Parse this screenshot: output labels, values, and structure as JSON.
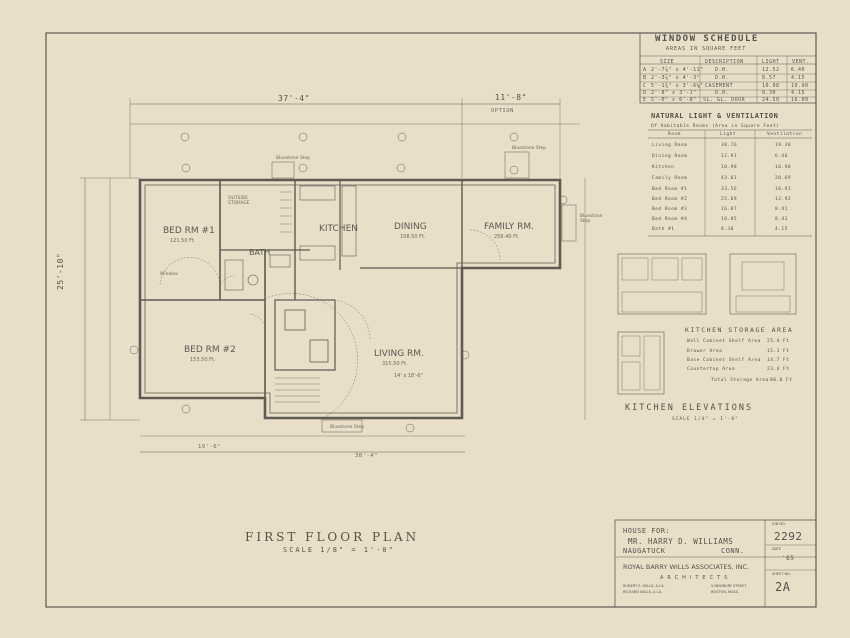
{
  "window_schedule": {
    "title": "WINDOW SCHEDULE",
    "subtitle": "AREAS IN SQUARE FEET",
    "headers": [
      "SIZE",
      "DESCRIPTION",
      "LIGHT",
      "VENT."
    ],
    "rows": [
      {
        "mark": "A",
        "size": "2'-7⅞\" x 4'-11\"",
        "desc": "D.H.",
        "light": "12.52",
        "vent": "6.40"
      },
      {
        "mark": "B",
        "size": "2'-3⅞\" x 4'-3\"",
        "desc": "D.H.",
        "light": "8.57",
        "vent": "4.15"
      },
      {
        "mark": "C",
        "size": "5'-1⅜\" x 3'-6⅛\"",
        "desc": "CASEMENT",
        "light": "10.98",
        "vent": "10.90"
      },
      {
        "mark": "D",
        "size": "2'-8\" x 3'-1\"",
        "desc": "D.H.",
        "light": "8.30",
        "vent": "4.15"
      },
      {
        "mark": "E",
        "size": "5'-0\" x 6'-8\"",
        "desc": "SL. GL. DOOR",
        "light": "24.50",
        "vent": "16.00"
      }
    ]
  },
  "natural_light": {
    "title": "NATURAL LIGHT & VENTILATION",
    "subtitle": "Of Habitable Rooms (Area in Square Feet)",
    "headers": [
      "Room",
      "Light",
      "Ventilation"
    ],
    "rows": [
      {
        "room": "Living Room",
        "light": "38.76",
        "vent": "19.38"
      },
      {
        "room": "Dining Room",
        "light": "12.91",
        "vent": "6.46"
      },
      {
        "room": "Kitchen",
        "light": "10.98",
        "vent": "10.90"
      },
      {
        "room": "Family Room",
        "light": "43.01",
        "vent": "20.69"
      },
      {
        "room": "Bed Room #1",
        "light": "33.56",
        "vent": "16.91"
      },
      {
        "room": "Bed Room #2",
        "light": "25.69",
        "vent": "12.92"
      },
      {
        "room": "Bed Room #3",
        "light": "16.87",
        "vent": "8.41"
      },
      {
        "room": "Bed Room #4",
        "light": "16.85",
        "vent": "8.41"
      },
      {
        "room": "Bath #1",
        "light": "8.30",
        "vent": "4.15"
      }
    ]
  },
  "plan": {
    "title": "FIRST FLOOR PLAN",
    "scale": "SCALE 1/8\" = 1'-0\"",
    "overall_width": "37'-4\"",
    "option_width": "11'-8\"",
    "option_label": "OPTION",
    "overall_depth": "25'-10\"",
    "bottom_dim": "38'-4\"",
    "bottom_sub": "19'-6\"",
    "rooms": {
      "bed1": "BED RM #1",
      "bed1_area": "121.50 Ft.",
      "bed2": "BED RM #2",
      "bed2_area": "153.50 Ft.",
      "kitchen": "KITCHEN",
      "dining": "DINING",
      "dining_area": "108.50 Ft.",
      "family": "FAMILY RM.",
      "family_area": "256.40 Ft.",
      "living": "LIVING RM.",
      "living_area": "315.50 Ft.",
      "living_size": "14' x 18'-6\"",
      "bath": "BATH",
      "outside_storage": "OUTSIDE STORAGE",
      "window_note": "Window",
      "bluestone_top": "Bluestone Step",
      "bluestone_right": "Bluestone Step",
      "bluestone_bottom": "Bluestone Step",
      "bluestone_kitchen": "Bluestone Step"
    }
  },
  "kitchen_storage": {
    "title": "KITCHEN STORAGE AREA",
    "rows": [
      {
        "label": "Wall Cabinet Shelf Area",
        "value": "25.4 Ft"
      },
      {
        "label": "Drawer Area",
        "value": "15.1 Ft"
      },
      {
        "label": "Base Cabinet Shelf Area",
        "value": "14.7 Ft"
      },
      {
        "label": "Countertop Area",
        "value": "23.4 Ft"
      },
      {
        "label": "Total Storage Area",
        "value": "80.0 Ft"
      }
    ]
  },
  "elevations": {
    "title": "KITCHEN ELEVATIONS",
    "scale": "SCALE 1/4\" = 1'-0\""
  },
  "title_block": {
    "house_for": "HOUSE FOR:",
    "client": "MR. HARRY D. WILLIAMS",
    "town": "NAUGATUCK",
    "state": "CONN.",
    "firm": "ROYAL BARRY WILLS ASSOCIATES, INC.",
    "role": "ARCHITECTS",
    "partner1": "ROBERT E. WILLS, A.I.A.",
    "partner2": "RICHARD WILLS, A.I.A.",
    "address1": "5 NEWBURY STREET",
    "address2": "BOSTON, MASS.",
    "job_label": "JOB NO.",
    "job_no": "2292",
    "date_label": "DATE",
    "date": "'65",
    "sheet_label": "SHEET NO.",
    "sheet_no": "2A"
  }
}
